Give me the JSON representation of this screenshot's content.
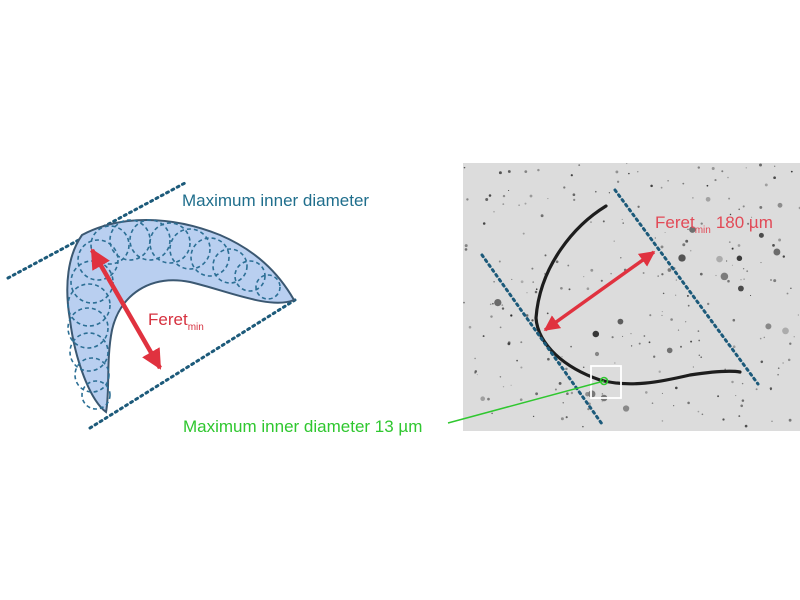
{
  "left_diagram": {
    "label_inner": "Maximum inner diameter",
    "label_feret": "Feret",
    "label_feret_sub": "min"
  },
  "right_photo": {
    "label_feret": "Feret",
    "label_feret_sub": "min",
    "label_feret_value": "180 µm",
    "label_inner": "Maximum inner diameter 13 µm"
  },
  "colors": {
    "label_blue": "#1f6e8c",
    "arrow_red": "#e0323f",
    "dotted_line": "#1c5a7a",
    "particle_fill": "#b9cff0",
    "highlight_green": "#2fc72f"
  }
}
